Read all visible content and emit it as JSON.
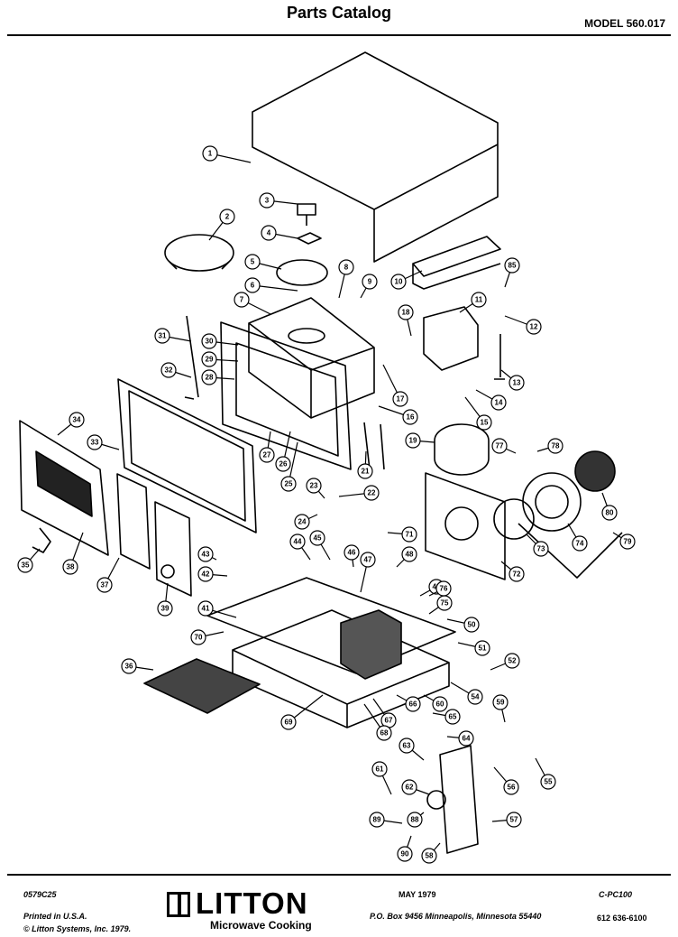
{
  "header": {
    "title": "Parts Catalog",
    "model": "MODEL 560.017"
  },
  "callouts": [
    {
      "n": "1"
    },
    {
      "n": "2"
    },
    {
      "n": "3"
    },
    {
      "n": "4"
    },
    {
      "n": "5"
    },
    {
      "n": "6"
    },
    {
      "n": "7"
    },
    {
      "n": "8"
    },
    {
      "n": "9"
    },
    {
      "n": "10"
    },
    {
      "n": "11"
    },
    {
      "n": "12"
    },
    {
      "n": "13"
    },
    {
      "n": "14"
    },
    {
      "n": "15"
    },
    {
      "n": "16"
    },
    {
      "n": "17"
    },
    {
      "n": "18"
    },
    {
      "n": "19"
    },
    {
      "n": "21"
    },
    {
      "n": "22"
    },
    {
      "n": "23"
    },
    {
      "n": "24"
    },
    {
      "n": "25"
    },
    {
      "n": "26"
    },
    {
      "n": "27"
    },
    {
      "n": "28"
    },
    {
      "n": "29"
    },
    {
      "n": "30"
    },
    {
      "n": "31"
    },
    {
      "n": "32"
    },
    {
      "n": "33"
    },
    {
      "n": "34"
    },
    {
      "n": "35"
    },
    {
      "n": "36"
    },
    {
      "n": "37"
    },
    {
      "n": "38"
    },
    {
      "n": "39"
    },
    {
      "n": "41"
    },
    {
      "n": "42"
    },
    {
      "n": "43"
    },
    {
      "n": "44"
    },
    {
      "n": "45"
    },
    {
      "n": "46"
    },
    {
      "n": "47"
    },
    {
      "n": "48"
    },
    {
      "n": "49"
    },
    {
      "n": "50"
    },
    {
      "n": "51"
    },
    {
      "n": "52"
    },
    {
      "n": "54"
    },
    {
      "n": "55"
    },
    {
      "n": "56"
    },
    {
      "n": "57"
    },
    {
      "n": "58"
    },
    {
      "n": "59"
    },
    {
      "n": "60"
    },
    {
      "n": "61"
    },
    {
      "n": "62"
    },
    {
      "n": "63"
    },
    {
      "n": "64"
    },
    {
      "n": "65"
    },
    {
      "n": "66"
    },
    {
      "n": "67"
    },
    {
      "n": "68"
    },
    {
      "n": "69"
    },
    {
      "n": "70"
    },
    {
      "n": "71"
    },
    {
      "n": "72"
    },
    {
      "n": "73"
    },
    {
      "n": "74"
    },
    {
      "n": "75"
    },
    {
      "n": "76"
    },
    {
      "n": "77"
    },
    {
      "n": "78"
    },
    {
      "n": "79"
    },
    {
      "n": "80"
    },
    {
      "n": "85"
    },
    {
      "n": "88"
    },
    {
      "n": "89"
    },
    {
      "n": "90"
    }
  ],
  "footer": {
    "doc_number": "0579C25",
    "printed": "Printed in U.S.A.",
    "copyright": "© Litton Systems, Inc. 1979.",
    "brand": "LITTON",
    "brand_sub": "Microwave Cooking",
    "date": "MAY 1979",
    "address": "P.O. Box 9456   Minneapolis, Minnesota 55440",
    "catalog_code": "C-PC100",
    "phone": "612  636-6100"
  }
}
